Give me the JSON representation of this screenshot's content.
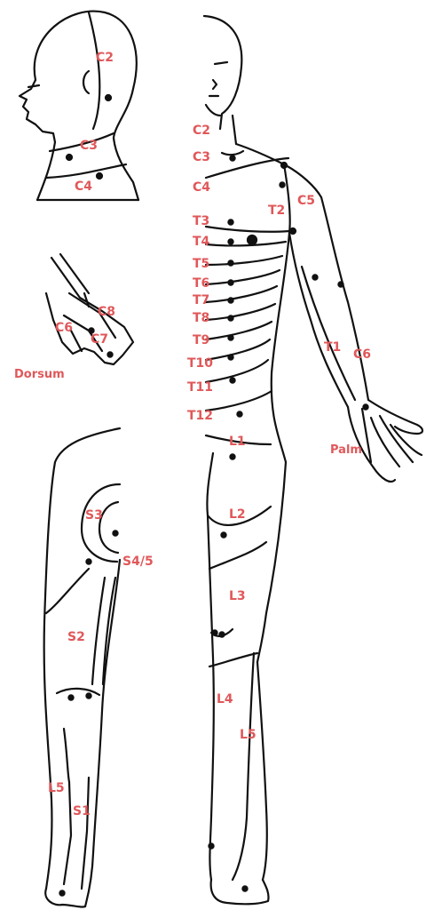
{
  "colors": {
    "label": "#e0585a",
    "line": "#111111",
    "background": "#ffffff"
  },
  "labels": {
    "head_c2": "C2",
    "head_c3": "C3",
    "head_c4": "C4",
    "hand_c8": "C8",
    "hand_c6": "C6",
    "hand_c7": "C7",
    "hand_caption": "Dorsum",
    "leg_s3": "S3",
    "leg_s45": "S4/5",
    "leg_s2": "S2",
    "leg_l5": "L5",
    "leg_s1": "S1",
    "body_c2": "C2",
    "body_c3": "C3",
    "body_c4": "C4",
    "body_t2": "T2",
    "body_c5": "C5",
    "body_t3": "T3",
    "body_t4": "T4",
    "body_t5": "T5",
    "body_t6": "T6",
    "body_t7": "T7",
    "body_t8": "T8",
    "body_t9": "T9",
    "body_t10": "T10",
    "body_t11": "T11",
    "body_t12": "T12",
    "body_l1": "L1",
    "body_l2": "L2",
    "body_l3": "L3",
    "body_l4": "L4",
    "body_l5": "L5",
    "arm_t1": "T1",
    "arm_c6": "C6",
    "arm_caption": "Palm"
  }
}
